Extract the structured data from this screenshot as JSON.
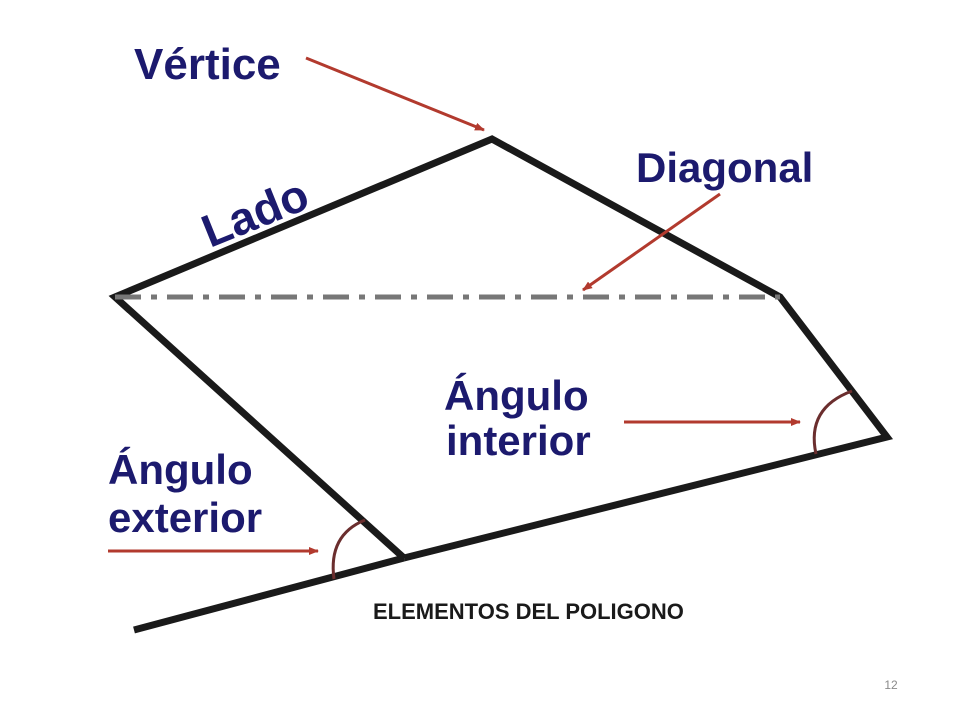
{
  "labels": {
    "vertex": "Vértice",
    "side": "Lado",
    "diagonal": "Diagonal",
    "interior_angle_line1": "Ángulo",
    "interior_angle_line2": "interior",
    "exterior_angle_line1": "Ángulo",
    "exterior_angle_line2": "exterior",
    "caption": "ELEMENTOS DEL POLIGONO"
  },
  "slide_number": "12",
  "colors": {
    "label_text": "#1c1a6e",
    "outline": "#1a1a1a",
    "diagonal_line": "#777777",
    "arrow": "#b23a2e",
    "angle_arc": "#6b2e2e"
  }
}
